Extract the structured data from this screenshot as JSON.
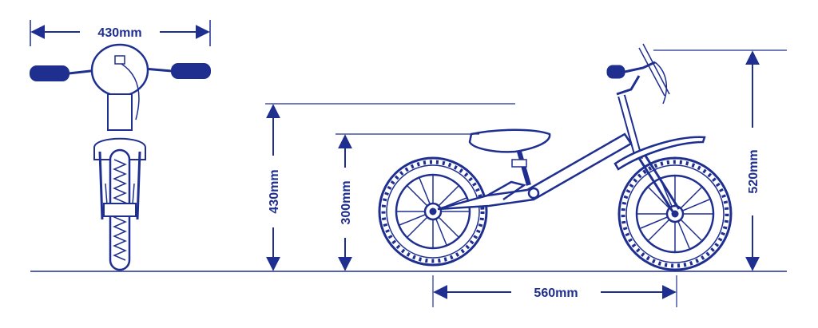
{
  "colors": {
    "line": "#1f2f8f",
    "fill_light": "#e8ecf7",
    "background": "#ffffff"
  },
  "dimensions": {
    "handlebar_width": "430mm",
    "handlebar_height": "430mm",
    "seat_height": "300mm",
    "overall_height": "520mm",
    "wheelbase": "560mm"
  }
}
